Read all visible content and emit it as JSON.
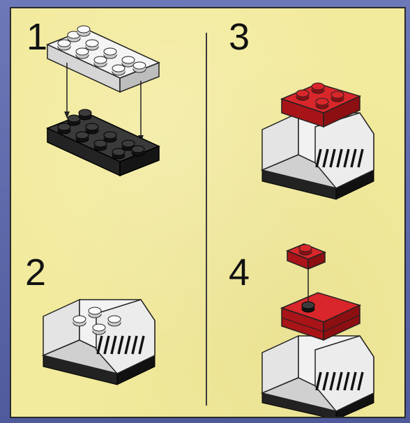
{
  "steps": [
    {
      "number": "1",
      "title": ""
    },
    {
      "number": "2",
      "title": ""
    },
    {
      "number": "3",
      "title": ""
    },
    {
      "number": "4",
      "title": ""
    }
  ],
  "colors": {
    "panel_background": "#f2ea9c",
    "white_brick": "#f6f6f6",
    "black_brick": "#2e2e2e",
    "red_brick": "#c8191e",
    "outer_frame": "#5b66a8"
  },
  "icons": [
    "brick-plate-white",
    "brick-plate-black",
    "brick-slope-assembly",
    "brick-red-plate",
    "brick-red-stud"
  ]
}
